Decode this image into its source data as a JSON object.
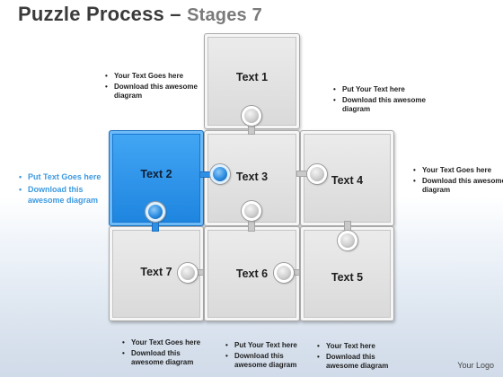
{
  "title": {
    "main": "Puzzle Process –",
    "stage": "Stages 7"
  },
  "tiles": [
    {
      "label": "Text 1"
    },
    {
      "label": "Text 2"
    },
    {
      "label": "Text 3"
    },
    {
      "label": "Text 4"
    },
    {
      "label": "Text 5"
    },
    {
      "label": "Text 6"
    },
    {
      "label": "Text 7"
    }
  ],
  "notes": {
    "top_left": [
      "Your Text Goes here",
      "Download this awesome diagram"
    ],
    "top_right": [
      "Put Your Text  here",
      "Download this awesome diagram"
    ],
    "left": [
      "Put Text Goes here",
      "Download this awesome diagram"
    ],
    "right": [
      "Your Text Goes here",
      "Download this awesome diagram"
    ],
    "bottom_1": [
      "Your Text Goes here",
      "Download this awesome diagram"
    ],
    "bottom_2": [
      "Put Your Text  here",
      "Download this awesome diagram"
    ],
    "bottom_3": [
      "Your Text  here",
      "Download this awesome diagram"
    ]
  },
  "logo": "Your Logo",
  "colors": {
    "accent": "#2a8fe6",
    "tile": "#dcdcdc",
    "title": "#3a3a3a"
  }
}
